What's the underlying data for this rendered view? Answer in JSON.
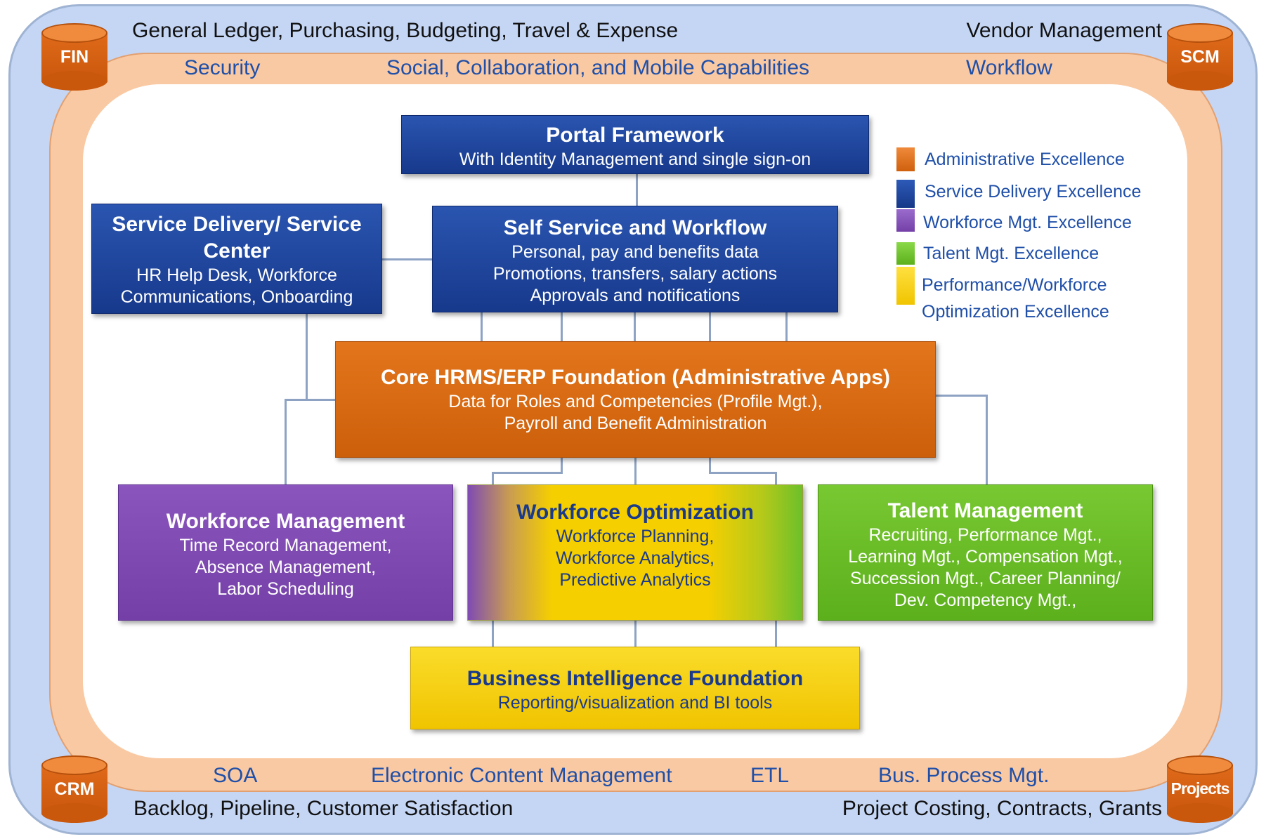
{
  "header": {
    "top_left": "General Ledger, Purchasing, Budgeting, Travel & Expense",
    "top_right": "Vendor Management",
    "bottom_left": "Backlog, Pipeline, Customer Satisfaction",
    "bottom_right": "Project Costing, Contracts, Grants"
  },
  "cylinders": {
    "fin": "FIN",
    "scm": "SCM",
    "crm": "CRM",
    "projects": "Projects"
  },
  "ring": {
    "security": "Security",
    "social": "Social, Collaboration, and Mobile Capabilities",
    "workflow": "Workflow",
    "soa": "SOA",
    "ecm": "Electronic Content Management",
    "etl": "ETL",
    "bpm": "Bus. Process Mgt."
  },
  "boxes": {
    "portal": {
      "title": "Portal Framework",
      "lines": [
        "With Identity Management and single sign-on"
      ]
    },
    "service_center": {
      "title_1": "Service Delivery/ Service",
      "title_2": "Center",
      "lines": [
        "HR Help Desk, Workforce",
        "Communications, Onboarding"
      ]
    },
    "self_service": {
      "title": "Self Service and Workflow",
      "lines": [
        "Personal, pay and benefits data",
        "Promotions, transfers, salary actions",
        "Approvals and notifications"
      ]
    },
    "core": {
      "title": "Core HRMS/ERP Foundation (Administrative Apps)",
      "lines": [
        "Data for Roles and Competencies (Profile Mgt.),",
        "Payroll and Benefit Administration"
      ]
    },
    "workforce_mgmt": {
      "title": "Workforce Management",
      "lines": [
        "Time Record Management,",
        "Absence Management,",
        "Labor Scheduling"
      ]
    },
    "workforce_opt": {
      "title": "Workforce Optimization",
      "lines": [
        "Workforce Planning,",
        "Workforce Analytics,",
        "Predictive Analytics"
      ]
    },
    "talent": {
      "title": "Talent Management",
      "lines": [
        "Recruiting, Performance Mgt.,",
        "Learning Mgt., Compensation Mgt.,",
        "Succession Mgt., Career Planning/",
        "Dev. Competency Mgt.,"
      ]
    },
    "bi": {
      "title": "Business Intelligence Foundation",
      "lines": [
        "Reporting/visualization and BI tools"
      ]
    }
  },
  "legend": {
    "admin": "Administrative Excellence",
    "service": "Service Delivery Excellence",
    "workforce": "Workforce Mgt. Excellence",
    "talent": "Talent Mgt. Excellence",
    "perf_1": "Performance/Workforce",
    "perf_2": "Optimization Excellence"
  },
  "colors": {
    "blue": "#1f46a0",
    "orange": "#d9690f",
    "purple": "#7f4bb3",
    "green": "#6cc02a",
    "yellow": "#f5cf00",
    "ring_text": "#1f4fa8"
  }
}
